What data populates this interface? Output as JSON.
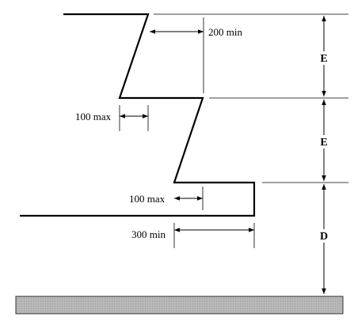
{
  "dimensions": {
    "setback_upper": "200 min",
    "step_left": "100 max",
    "step_right": "100 max",
    "base_width": "300 min"
  },
  "heights": {
    "upper": "E",
    "middle": "E",
    "lower": "D"
  },
  "colors": {
    "line": "#000000",
    "ground_fill": "#b8b8b8",
    "ground_stroke": "#333333"
  }
}
